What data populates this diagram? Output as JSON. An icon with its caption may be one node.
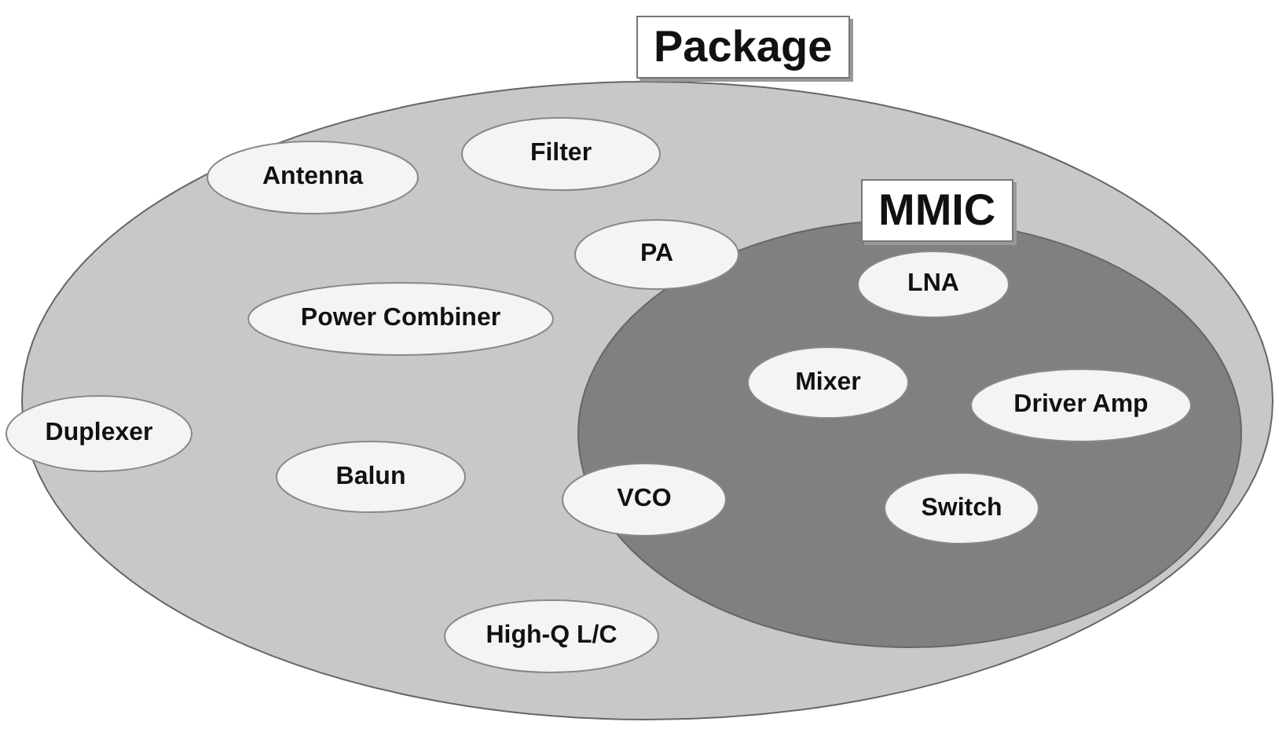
{
  "diagram": {
    "nodes": [
      {
        "text": [
          "Package"
        ]
      },
      {
        "text": [
          "Antenna"
        ],
        "in": 0
      },
      {
        "text": [
          "Filter"
        ],
        "in": 0
      },
      {
        "text": [
          "MMIC"
        ],
        "in": 0
      },
      {
        "text": [
          "PA"
        ],
        "in": 0
      },
      {
        "text": [
          "Power Combiner"
        ],
        "in": 0
      },
      {
        "text": [
          "LNA"
        ],
        "in": 3
      },
      {
        "text": [
          "Mixer"
        ],
        "in": 3
      },
      {
        "text": [
          "Driver Amp"
        ],
        "in": 3
      },
      {
        "text": [
          "Duplexer"
        ]
      },
      {
        "text": [
          "Balun"
        ],
        "in": 0
      },
      {
        "text": [
          "VCO"
        ],
        "in": 0
      },
      {
        "text": [
          "Switch"
        ],
        "in": 3
      },
      {
        "text": [
          "High-Q L/C"
        ],
        "in": 0
      }
    ],
    "edges": []
  }
}
